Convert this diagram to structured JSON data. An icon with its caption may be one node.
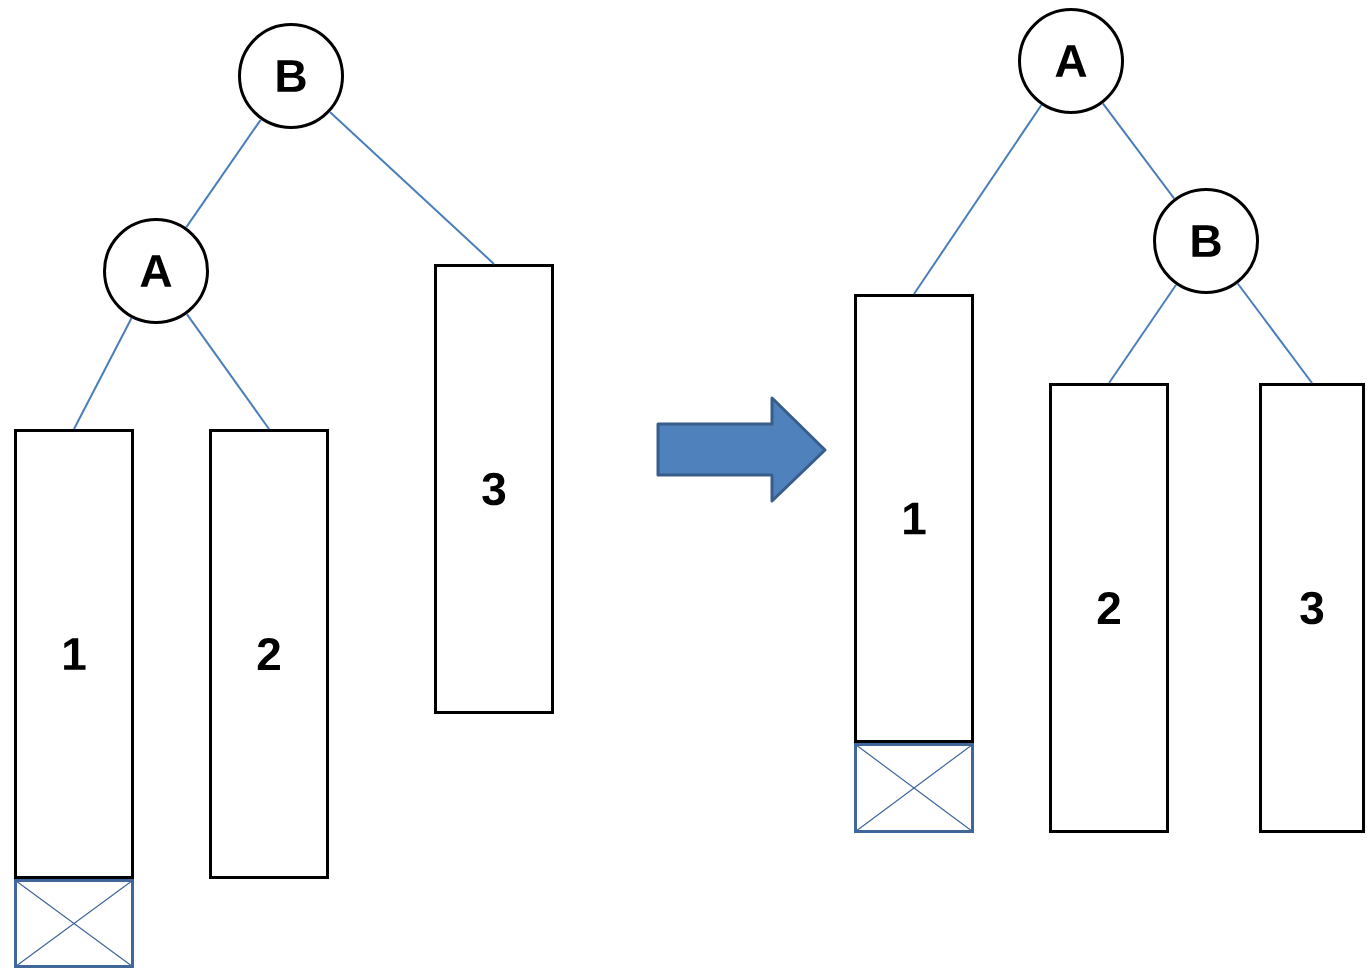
{
  "diagram": {
    "nodes": [
      {
        "text": [
          "B"
        ]
      },
      {
        "text": [
          "A"
        ]
      },
      {
        "text": [
          "1"
        ]
      },
      {
        "text": [
          "2"
        ]
      },
      {
        "text": [
          "3"
        ]
      },
      {
        "text": [],
        "shape": "box"
      },
      {
        "text": [
          "A"
        ]
      },
      {
        "text": [
          "B"
        ]
      },
      {
        "text": [
          "1"
        ]
      },
      {
        "text": [],
        "shape": "box"
      },
      {
        "text": [
          "2"
        ]
      },
      {
        "text": [
          "3"
        ]
      }
    ],
    "edges": [
      {
        "from": 0,
        "to": 1,
        "arrow": "none"
      },
      {
        "from": 0,
        "to": 4,
        "arrow": "none"
      },
      {
        "from": 1,
        "to": 2,
        "arrow": "none"
      },
      {
        "from": 1,
        "to": 3,
        "arrow": "none"
      },
      {
        "from": 6,
        "to": 8,
        "arrow": "none"
      },
      {
        "from": 6,
        "to": 7,
        "arrow": "none"
      },
      {
        "from": 7,
        "to": 10,
        "arrow": "none"
      },
      {
        "from": 7,
        "to": 11,
        "arrow": "none"
      }
    ]
  }
}
